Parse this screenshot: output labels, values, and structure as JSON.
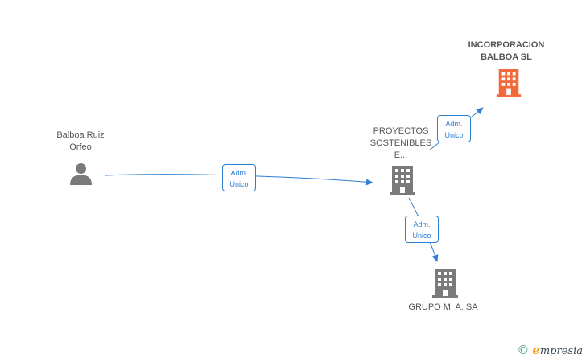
{
  "nodes": {
    "person": {
      "lines": [
        "Balboa Ruiz",
        "Orfeo"
      ]
    },
    "proyectos": {
      "lines": [
        "PROYECTOS",
        "SOSTENIBLES",
        "E..."
      ]
    },
    "incorporacion": {
      "lines": [
        "INCORPORACION",
        "BALBOA SL"
      ]
    },
    "grupo": {
      "lines": [
        "GRUPO M. A. SA"
      ]
    }
  },
  "edges": [
    {
      "role": [
        "Adm.",
        "Unico"
      ]
    },
    {
      "role": [
        "Adm.",
        "Unico"
      ]
    },
    {
      "role": [
        "Adm.",
        "Unico"
      ]
    }
  ],
  "colors": {
    "edge": "#2e7ed3",
    "company_icon": "#7a7a7a",
    "main_company_icon": "#f26a3a",
    "person_icon": "#7a7a7a"
  },
  "icons": {
    "person": "person-icon",
    "company": "building-icon"
  },
  "footer": {
    "copyright_symbol": "©",
    "brand_e": "e",
    "brand_rest": "mpresia"
  }
}
